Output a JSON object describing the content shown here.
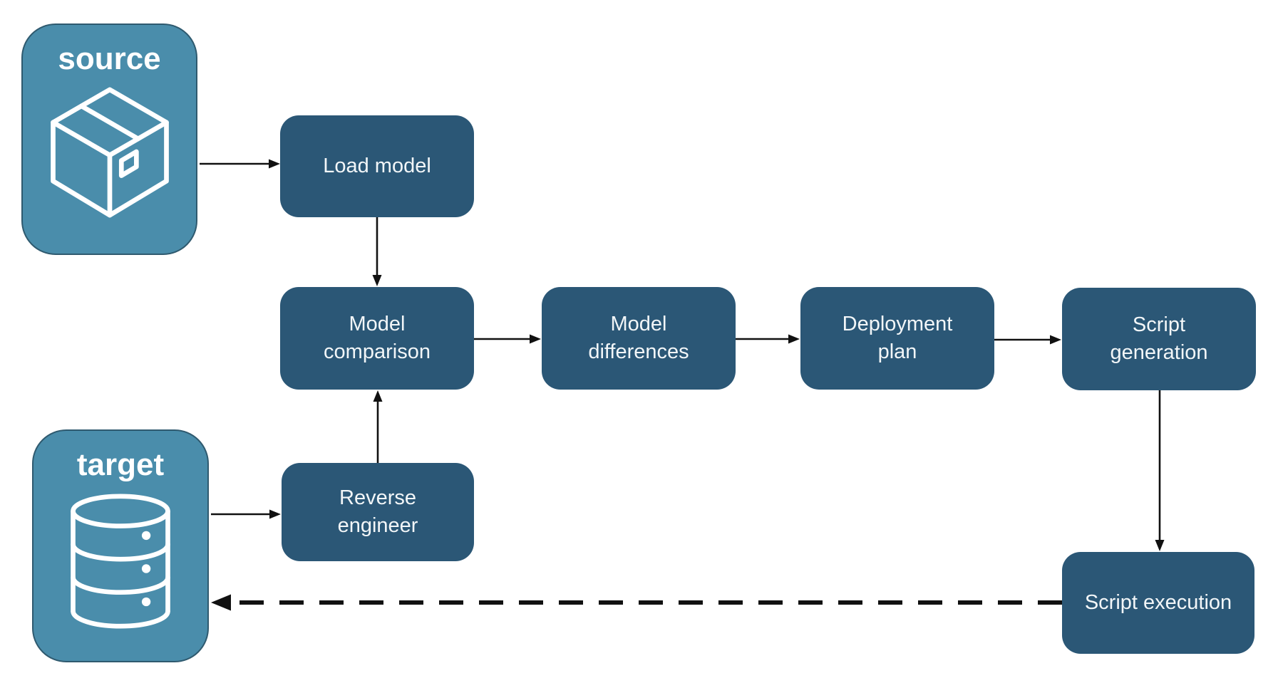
{
  "diagram": {
    "entities": {
      "source": {
        "label": "source",
        "icon": "package-icon"
      },
      "target": {
        "label": "target",
        "icon": "database-icon"
      }
    },
    "nodes": {
      "load_model": {
        "label": "Load model"
      },
      "model_comparison": {
        "label": "Model comparison"
      },
      "model_differences": {
        "label": "Model differences"
      },
      "deployment_plan": {
        "label": "Deployment plan"
      },
      "script_generation": {
        "label": "Script generation"
      },
      "reverse_engineer": {
        "label": "Reverse engineer"
      },
      "script_execution": {
        "label": "Script execution"
      }
    },
    "edges": [
      {
        "from": "source",
        "to": "load_model",
        "style": "solid"
      },
      {
        "from": "load_model",
        "to": "model_comparison",
        "style": "solid"
      },
      {
        "from": "model_comparison",
        "to": "model_differences",
        "style": "solid"
      },
      {
        "from": "model_differences",
        "to": "deployment_plan",
        "style": "solid"
      },
      {
        "from": "deployment_plan",
        "to": "script_generation",
        "style": "solid"
      },
      {
        "from": "script_generation",
        "to": "script_execution",
        "style": "solid"
      },
      {
        "from": "target",
        "to": "reverse_engineer",
        "style": "solid"
      },
      {
        "from": "reverse_engineer",
        "to": "model_comparison",
        "style": "solid"
      },
      {
        "from": "script_execution",
        "to": "target",
        "style": "dashed"
      }
    ],
    "colors": {
      "entity-fill": "#4A8DAB",
      "entity-border": "#2F5A6F",
      "entity-text": "#FFFFFF",
      "node-fill": "#2B5776",
      "node-text": "#F2F6F8",
      "arrow": "#111111",
      "background": "#FFFFFF"
    }
  }
}
